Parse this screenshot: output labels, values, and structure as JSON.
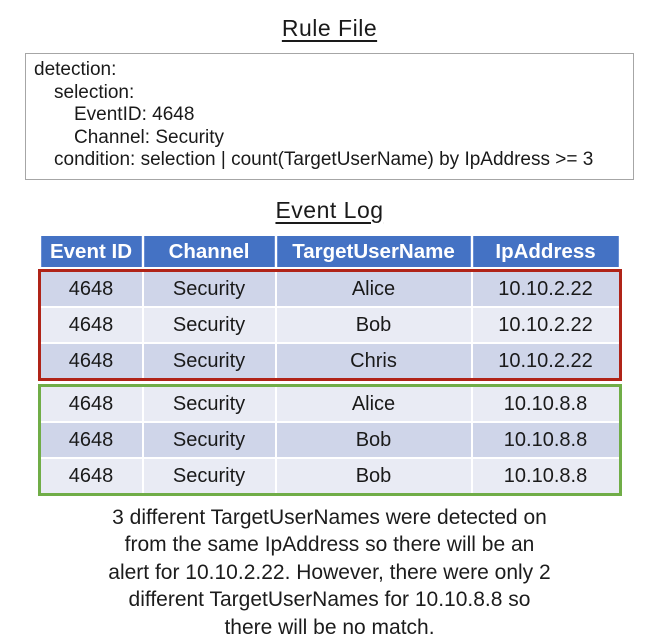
{
  "titles": {
    "rule_file": "Rule File",
    "event_log": "Event Log"
  },
  "rule_file": {
    "lines": [
      "detection:",
      "selection:",
      "EventID: 4648",
      "Channel: Security",
      "condition: selection | count(TargetUserName) by IpAddress >= 3"
    ]
  },
  "event_log": {
    "columns": [
      "Event ID",
      "Channel",
      "TargetUserName",
      "IpAddress"
    ],
    "rows": [
      [
        "4648",
        "Security",
        "Alice",
        "10.10.2.22"
      ],
      [
        "4648",
        "Security",
        "Bob",
        "10.10.2.22"
      ],
      [
        "4648",
        "Security",
        "Chris",
        "10.10.2.22"
      ],
      [
        "4648",
        "Security",
        "Alice",
        "10.10.8.8"
      ],
      [
        "4648",
        "Security",
        "Bob",
        "10.10.8.8"
      ],
      [
        "4648",
        "Security",
        "Bob",
        "10.10.8.8"
      ]
    ],
    "groups": [
      {
        "label": "alert-group",
        "ip": "10.10.2.22",
        "border_color": "#B02418",
        "row_indexes": [
          0,
          1,
          2
        ]
      },
      {
        "label": "no-match-group",
        "ip": "10.10.8.8",
        "border_color": "#70AD47",
        "row_indexes": [
          3,
          4,
          5
        ]
      }
    ]
  },
  "caption": {
    "lines": [
      "3 different TargetUserNames were detected on",
      "from the same IpAddress so there will be an",
      "alert for 10.10.2.22. However, there were only 2",
      "different TargetUserNames for 10.10.8.8 so",
      "there will be no match."
    ]
  },
  "colors": {
    "header_bg": "#4472C4",
    "header_text": "#FFFFFF",
    "row_band_dark": "#CFD5E9",
    "row_band_light": "#E9EBF4",
    "alert_border": "#B02418",
    "no_match_border": "#70AD47",
    "rule_box_border": "#A6A6A6"
  }
}
